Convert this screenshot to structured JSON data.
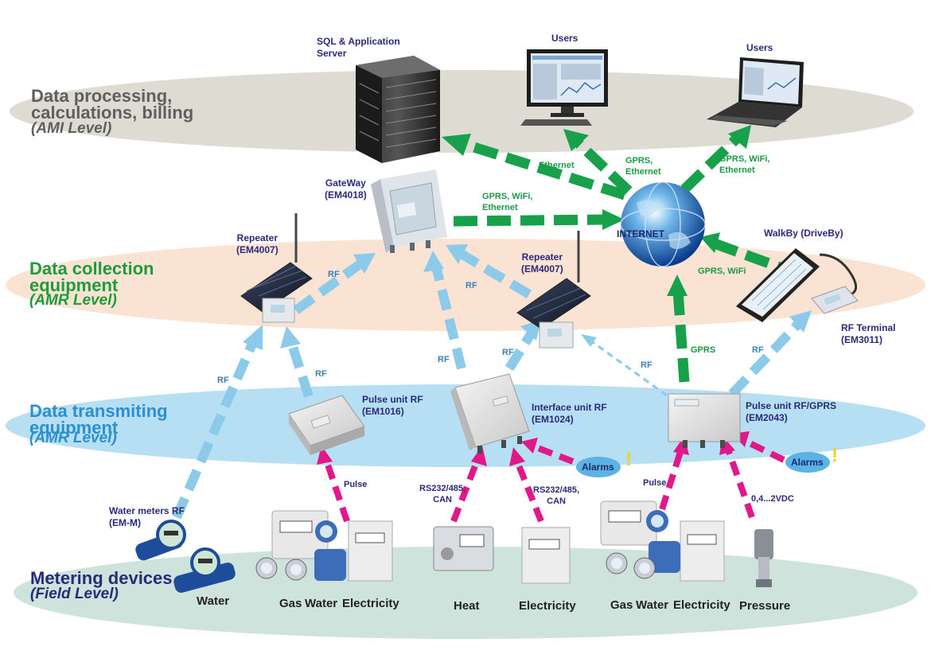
{
  "levels": {
    "ami": {
      "line1": "Data processing,",
      "line2": "calculations, billing",
      "sub": "(AMI Level)"
    },
    "collection": {
      "line1": "Data collection",
      "line2": "equipment",
      "sub": "(AMR Level)"
    },
    "transmitting": {
      "line1": "Data transmiting",
      "line2": "equipment",
      "sub": "(AMR Level)"
    },
    "metering": {
      "line1": "Metering devices",
      "sub": "(Field Level)"
    }
  },
  "devices": {
    "server": {
      "line1": "SQL & Application",
      "line2": "Server"
    },
    "users1": {
      "label": "Users"
    },
    "users2": {
      "label": "Users"
    },
    "gateway": {
      "line1": "GateWay",
      "line2": "(EM4018)"
    },
    "repeater1": {
      "line1": "Repeater",
      "line2": "(EM4007)"
    },
    "repeater2": {
      "line1": "Repeater",
      "line2": "(EM4007)"
    },
    "internet": {
      "label": "INTERNET"
    },
    "walkby": {
      "label": "WalkBy (DriveBy)"
    },
    "rf_terminal": {
      "line1": "RF Terminal",
      "line2": "(EM3011)"
    },
    "pulse_rf": {
      "line1": "Pulse unit RF",
      "line2": "(EM1016)"
    },
    "interface_rf": {
      "line1": "Interface unit RF",
      "line2": "(EM1024)"
    },
    "pulse_gprs": {
      "line1": "Pulse unit RF/GPRS",
      "line2": "(EM2043)"
    },
    "water_meters": {
      "line1": "Water meters RF",
      "line2": "(EM-M)"
    }
  },
  "connections": {
    "ethernet": "Ethernet",
    "gprs_eth_line1": "GPRS,",
    "gprs_eth_line2": "Ethernet",
    "gprs_wifi_eth_top_line1": "GPRS, WiFi,",
    "gprs_wifi_eth_top_line2": "Ethernet",
    "gprs_wifi_eth_gw_line1": "GPRS, WiFi,",
    "gprs_wifi_eth_gw_line2": "Ethernet",
    "gprs_wifi": "GPRS, WiFi",
    "gprs": "GPRS",
    "rf": "RF",
    "pulse": "Pulse",
    "rs_line1": "RS232/485,",
    "rs_line2": "CAN",
    "analog": "0,4...2VDC",
    "alarms": "Alarms"
  },
  "field_labels": {
    "water": "Water",
    "gas": "Gas",
    "water2": "Water",
    "electricity": "Electricity",
    "heat": "Heat",
    "electricity2": "Electricity",
    "gas3": "Gas",
    "water3": "Water",
    "electricity3": "Electricity",
    "pressure": "Pressure"
  },
  "colors": {
    "level_ami": "#dedbd2",
    "level_collection": "#fbe3d3",
    "level_transmitting": "#b7dff3",
    "level_metering": "#cfe3dd",
    "green_arrow": "#18a14a",
    "blue_arrow": "#8ccaea",
    "magenta_arrow": "#e0188a",
    "title_gray": "#5f5f5f",
    "title_green": "#1e9b3c",
    "title_blue": "#2b90d0",
    "title_navy": "#2a2a7a"
  }
}
